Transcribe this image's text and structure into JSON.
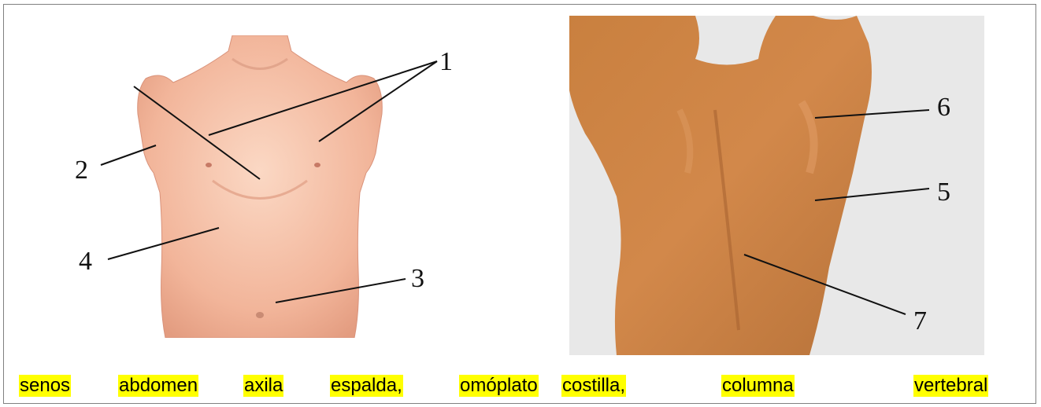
{
  "colors": {
    "highlight": "#ffff00",
    "line": "#111111",
    "back_bg": "#e8e8e8"
  },
  "front_labels": {
    "l1": "1",
    "l2": "2",
    "l3": "3",
    "l4": "4"
  },
  "back_labels": {
    "l5": "5",
    "l6": "6",
    "l7": "7"
  },
  "words": [
    "senos",
    "abdomen",
    "axila",
    "espalda,",
    "omóplato",
    "costilla,",
    "columna",
    "vertebral"
  ]
}
